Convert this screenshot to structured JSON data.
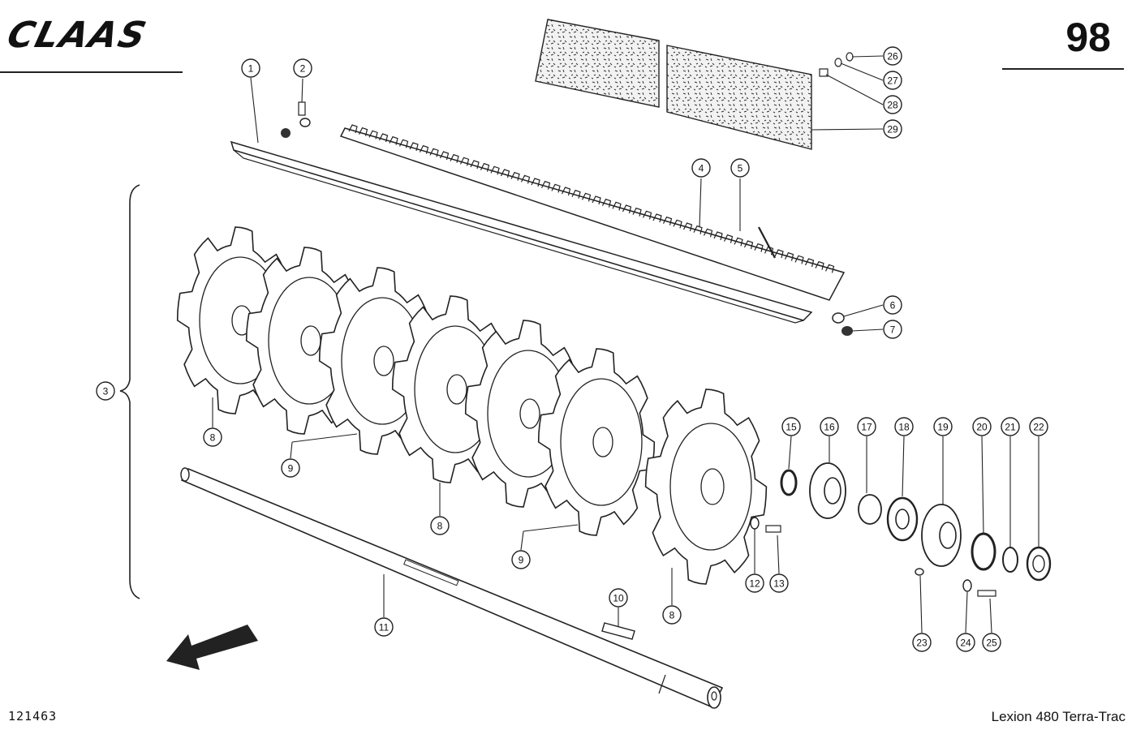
{
  "header": {
    "brand": "CLAAS",
    "page_number": "98"
  },
  "footer": {
    "drawing_number": "121463",
    "model": "Lexion 480 Terra-Trac"
  },
  "diagram": {
    "callouts": [
      "1",
      "2",
      "3",
      "4",
      "5",
      "6",
      "7",
      "8",
      "9",
      "10",
      "11",
      "12",
      "13",
      "15",
      "16",
      "17",
      "18",
      "19",
      "20",
      "21",
      "22",
      "23",
      "24",
      "25",
      "26",
      "27",
      "28",
      "29",
      "8",
      "9",
      "8",
      "9",
      "8"
    ]
  },
  "icons": {
    "direction_arrow": "arrow-down-left-icon"
  }
}
